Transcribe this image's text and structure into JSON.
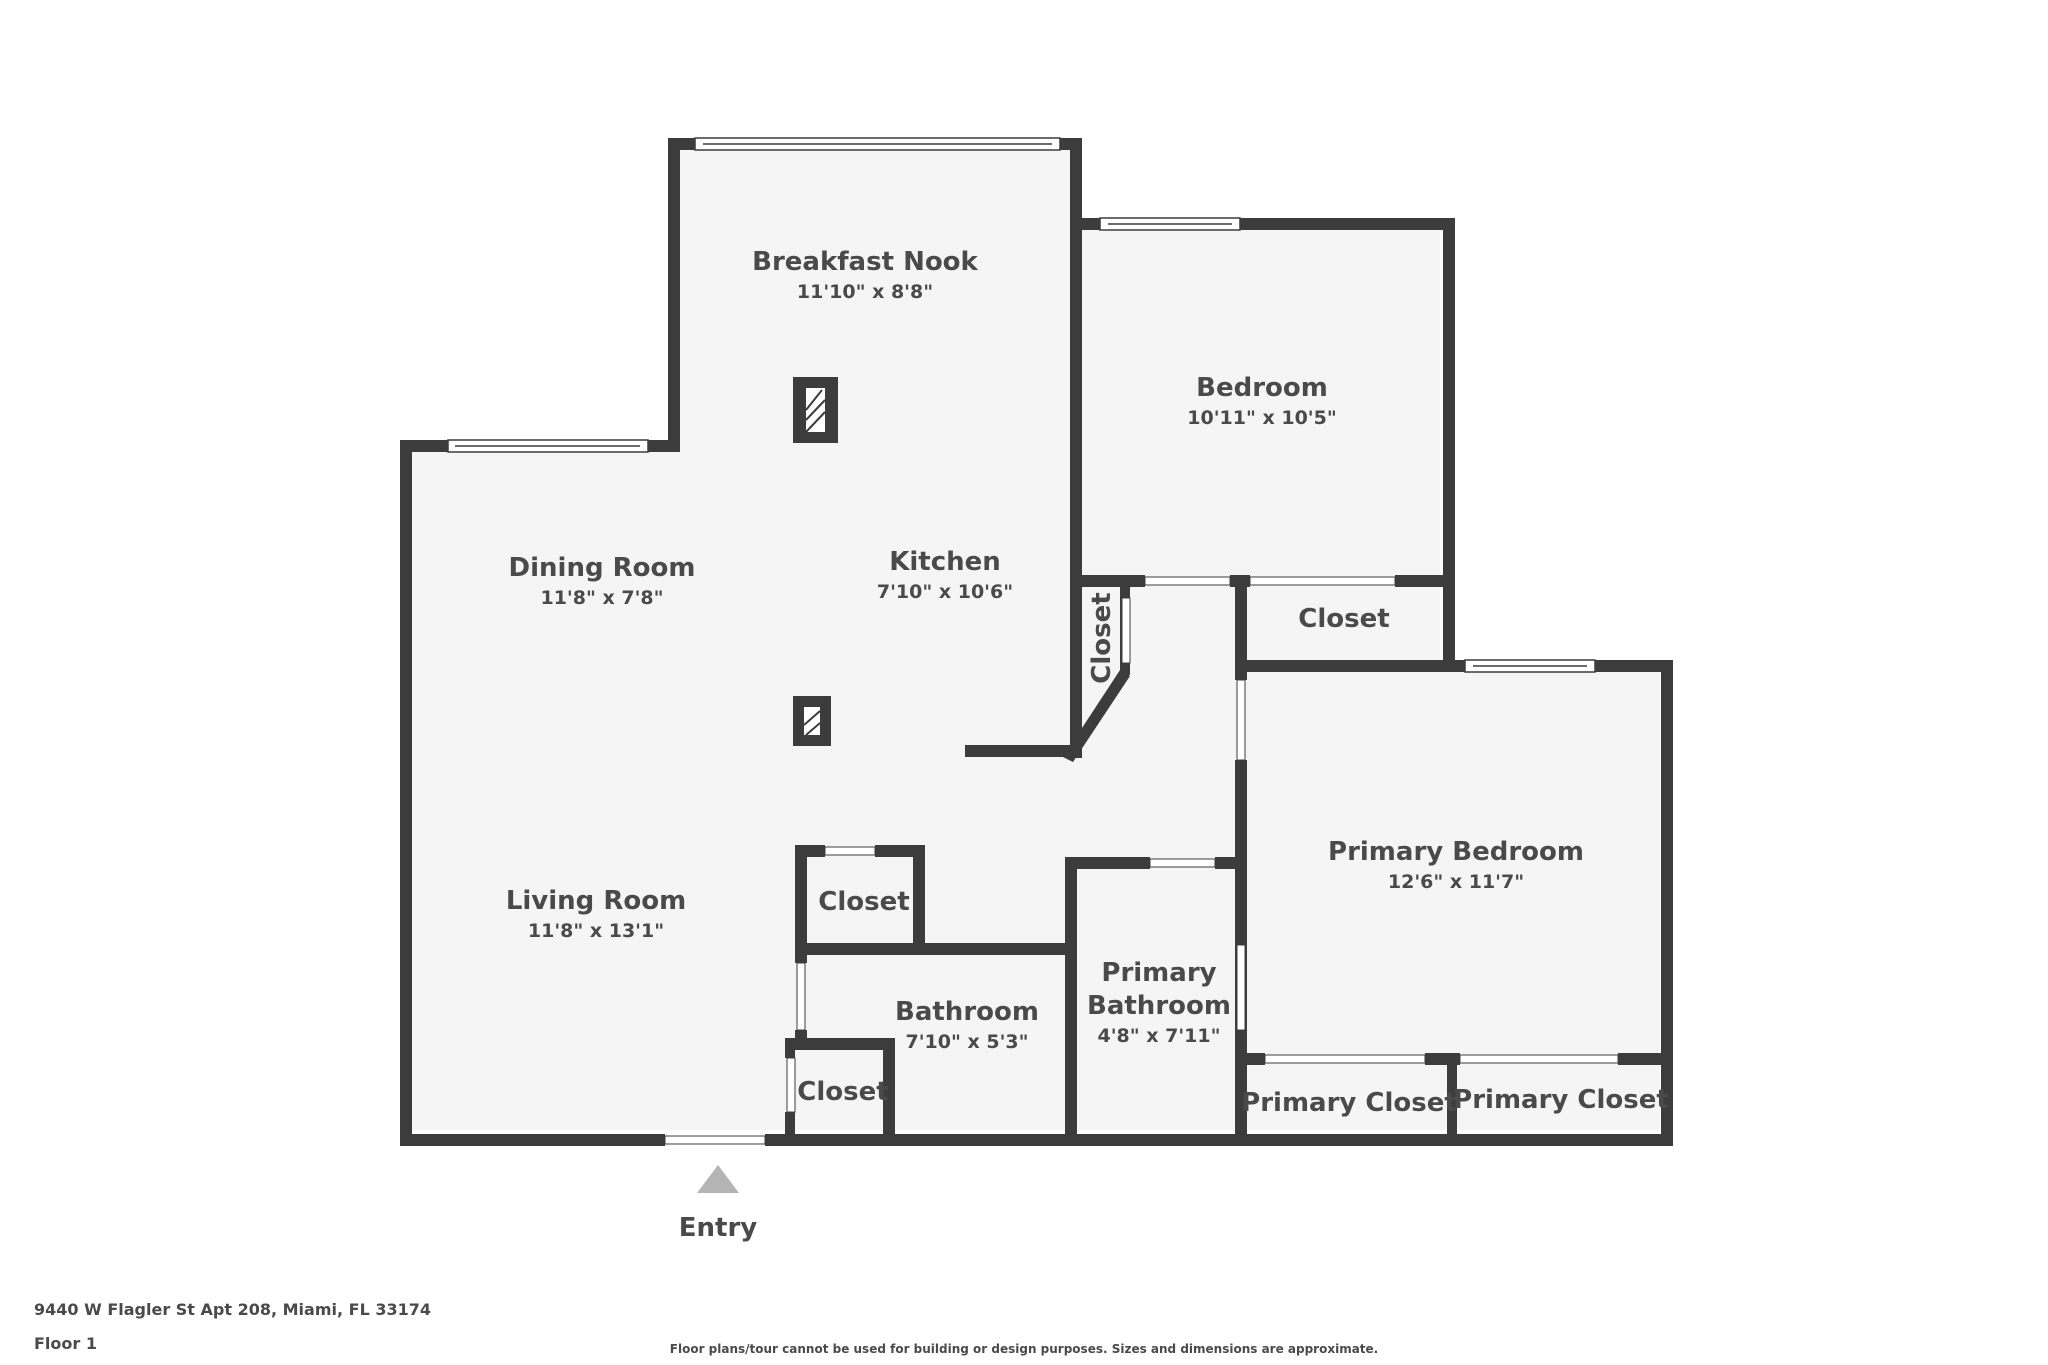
{
  "rooms": {
    "breakfast_nook": {
      "name": "Breakfast Nook",
      "dims": "11'10\" x 8'8\""
    },
    "bedroom": {
      "name": "Bedroom",
      "dims": "10'11\" x 10'5\""
    },
    "dining_room": {
      "name": "Dining Room",
      "dims": "11'8\" x 7'8\""
    },
    "kitchen": {
      "name": "Kitchen",
      "dims": "7'10\" x 10'6\""
    },
    "closet_vertical": {
      "name": "Closet"
    },
    "closet_bedroom": {
      "name": "Closet"
    },
    "primary_bedroom": {
      "name": "Primary Bedroom",
      "dims": "12'6\" x 11'7\""
    },
    "living_room": {
      "name": "Living Room",
      "dims": "11'8\" x 13'1\""
    },
    "closet_hall": {
      "name": "Closet"
    },
    "bathroom": {
      "name": "Bathroom",
      "dims": "7'10\" x 5'3\""
    },
    "primary_bathroom": {
      "name_line1": "Primary",
      "name_line2": "Bathroom",
      "dims": "4'8\" x 7'11\""
    },
    "closet_entry": {
      "name": "Closet"
    },
    "primary_closet_1": {
      "name": "Primary Closet"
    },
    "primary_closet_2": {
      "name": "Primary Closet"
    }
  },
  "entry": {
    "label": "Entry"
  },
  "footer": {
    "address": "9440 W Flagler St Apt 208, Miami, FL 33174",
    "floor": "Floor 1",
    "disclaimer": "Floor plans/tour cannot be used for building or design purposes. Sizes and dimensions are approximate."
  },
  "colors": {
    "wall": "#3c3c3c",
    "floor": "#f5f5f5",
    "text": "#4a4a4a",
    "entry_arrow": "#b4b4b4"
  }
}
